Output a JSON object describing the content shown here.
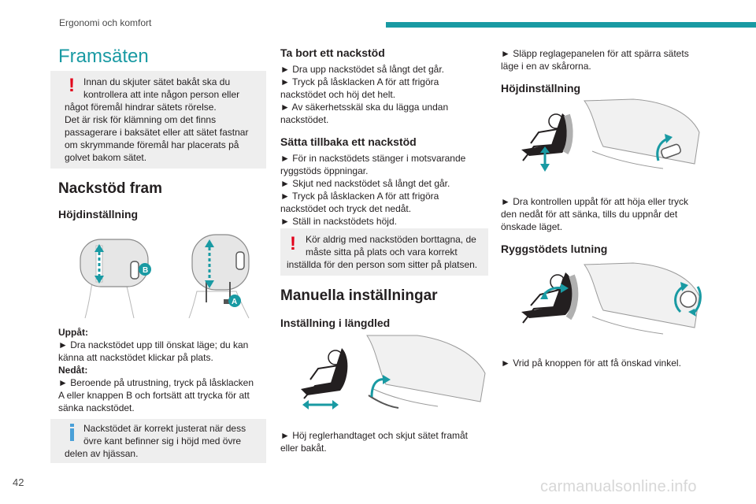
{
  "header": {
    "section": "Ergonomi och komfort",
    "accent_color": "#199aa3"
  },
  "page_number": "42",
  "watermark": "carmanualsonline.info",
  "col1": {
    "title": "Framsäten",
    "warning1": [
      "Innan du skjuter sätet bakåt ska du",
      "kontrollera att inte någon person eller",
      "något föremål hindrar sätets rörelse.",
      "Det är risk för klämning om det finns",
      "passagerare i baksätet eller att sätet fastnar",
      "om skrymmande föremål har placerats på",
      "golvet bakom sätet."
    ],
    "section": "Nackstöd fram",
    "sub": "Höjdinställning",
    "fig_labels": {
      "b": "B",
      "a": "A"
    },
    "body": [
      "Uppåt:",
      "► Dra nackstödet upp till önskat läge; du kan",
      "känna att nackstödet klickar på plats.",
      "Nedåt:",
      "► Beroende på utrustning, tryck på låsklacken",
      "A eller knappen B och fortsätt att trycka för att",
      "sänka nackstödet."
    ],
    "info": [
      "Nackstödet är korrekt justerat när dess",
      "övre kant befinner sig i höjd med övre",
      "delen av hjässan."
    ]
  },
  "col2": {
    "h1": "Ta bort ett nackstöd",
    "t1": [
      "► Dra upp nackstödet så långt det går.",
      "► Tryck på låsklacken A för att frigöra",
      "nackstödet och höj det helt.",
      "► Av säkerhetsskäl ska du lägga undan",
      "nackstödet."
    ],
    "h2": "Sätta tillbaka ett nackstöd",
    "t2": [
      "► För in nackstödets stänger i motsvarande",
      "ryggstöds öppningar.",
      "► Skjut ned nackstödet så långt det går.",
      "► Tryck på låsklacken A för att frigöra",
      "nackstödet och tryck det nedåt.",
      "► Ställ in nackstödets höjd."
    ],
    "warning2": [
      "Kör aldrig med nackstöden borttagna, de",
      "måste sitta på plats och vara korrekt",
      "inställda för den person som sitter på platsen."
    ],
    "section": "Manuella inställningar",
    "h3": "Inställning i längdled",
    "t3": [
      "► Höj reglerhandtaget och skjut sätet framåt",
      "eller bakåt."
    ]
  },
  "col3": {
    "t0": [
      "► Släpp reglagepanelen för att spärra sätets",
      "läge i en av skårorna."
    ],
    "h1": "Höjdinställning",
    "t1": [
      "► Dra kontrollen uppåt för att höja eller tryck",
      "den nedåt för att sänka, tills du uppnår det",
      "önskade läget."
    ],
    "h2": "Ryggstödets lutning",
    "t2": [
      "► Vrid på knoppen för att få önskad vinkel."
    ]
  }
}
